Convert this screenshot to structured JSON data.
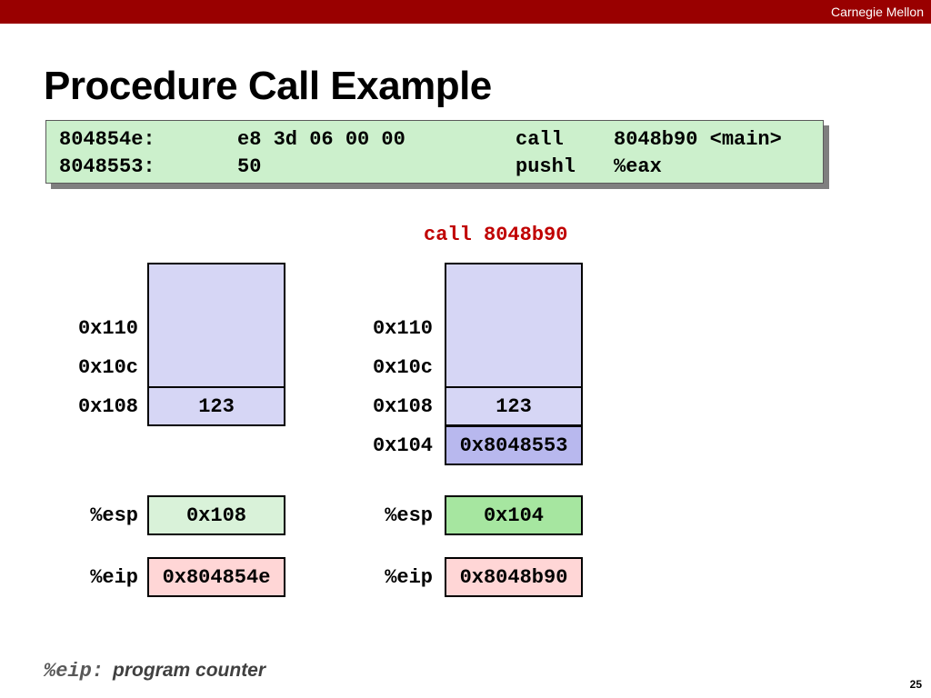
{
  "header": {
    "org": "Carnegie Mellon"
  },
  "slide": {
    "title": "Procedure Call Example",
    "page_number": "25"
  },
  "code": {
    "lines": [
      {
        "addr": "804854e:",
        "bytes": "e8 3d 06 00 00",
        "op": "call",
        "arg": "8048b90 <main>"
      },
      {
        "addr": "8048553:",
        "bytes": "50",
        "op": "pushl",
        "arg": "%eax"
      }
    ]
  },
  "caption": "call 8048b90",
  "before": {
    "addresses": [
      "0x110",
      "0x10c",
      "0x108"
    ],
    "stack_value": "123",
    "esp_label": "%esp",
    "esp_value": "0x108",
    "eip_label": "%eip",
    "eip_value": "0x804854e"
  },
  "after": {
    "addresses": [
      "0x110",
      "0x10c",
      "0x108",
      "0x104"
    ],
    "stack_value": "123",
    "pushed_value": "0x8048553",
    "esp_label": "%esp",
    "esp_value": "0x104",
    "eip_label": "%eip",
    "eip_value": "0x8048b90"
  },
  "footnote": {
    "code": "%eip:",
    "text": "program counter"
  },
  "colors": {
    "header_bar": "#990000",
    "code_bg": "#ccf0cc",
    "stack_bg": "#d6d6f5",
    "pushed_bg": "#b8b8ee",
    "esp_bg": "#d9f2d9",
    "esp_changed_bg": "#a6e6a0",
    "eip_bg": "#ffd6d6",
    "caption": "#c00000"
  }
}
